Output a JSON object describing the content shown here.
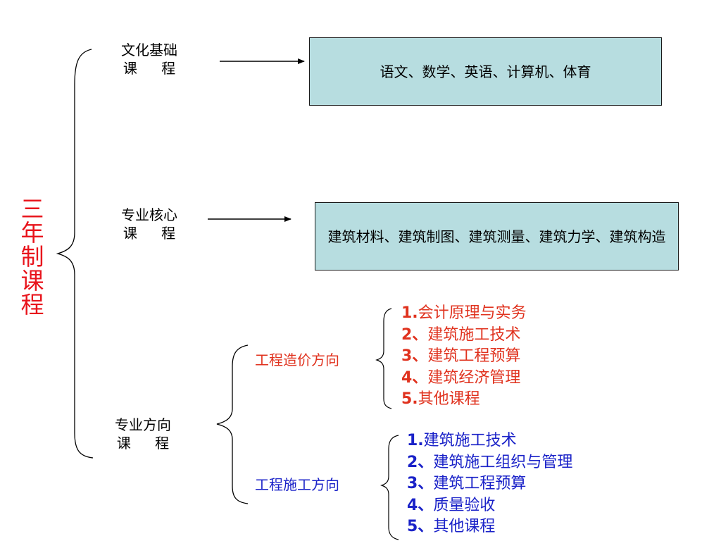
{
  "title": "三年制课程",
  "categories": [
    {
      "line1": "文化基础",
      "line2": "课 程"
    },
    {
      "line1": "专业核心",
      "line2": "课 程"
    },
    {
      "line1": "专业方向",
      "line2": "课 程"
    }
  ],
  "boxes": [
    {
      "text": "语文、数学、英语、计算机、体育"
    },
    {
      "text": "建筑材料、建筑制图、建筑测量、建筑力学、建筑构造"
    }
  ],
  "directions": [
    {
      "name": "工程造价方向",
      "color": "#e0321e",
      "items": [
        {
          "num": "1.",
          "text": "会计原理与实务"
        },
        {
          "num": "2、",
          "text": "建筑施工技术"
        },
        {
          "num": "3、",
          "text": "建筑工程预算"
        },
        {
          "num": "4、",
          "text": "建筑经济管理"
        },
        {
          "num": "5.",
          "text": "其他课程"
        }
      ]
    },
    {
      "name": "工程施工方向",
      "color": "#1a22c8",
      "items": [
        {
          "num": "1.",
          "text": "建筑施工技术"
        },
        {
          "num": "2、",
          "text": "建筑施工组织与管理"
        },
        {
          "num": "3、",
          "text": "建筑工程预算"
        },
        {
          "num": "4、",
          "text": "质量验收"
        },
        {
          "num": "5、",
          "text": "其他课程"
        }
      ]
    }
  ],
  "colors": {
    "title": "#e8141c",
    "box_fill": "#b7dde0"
  }
}
